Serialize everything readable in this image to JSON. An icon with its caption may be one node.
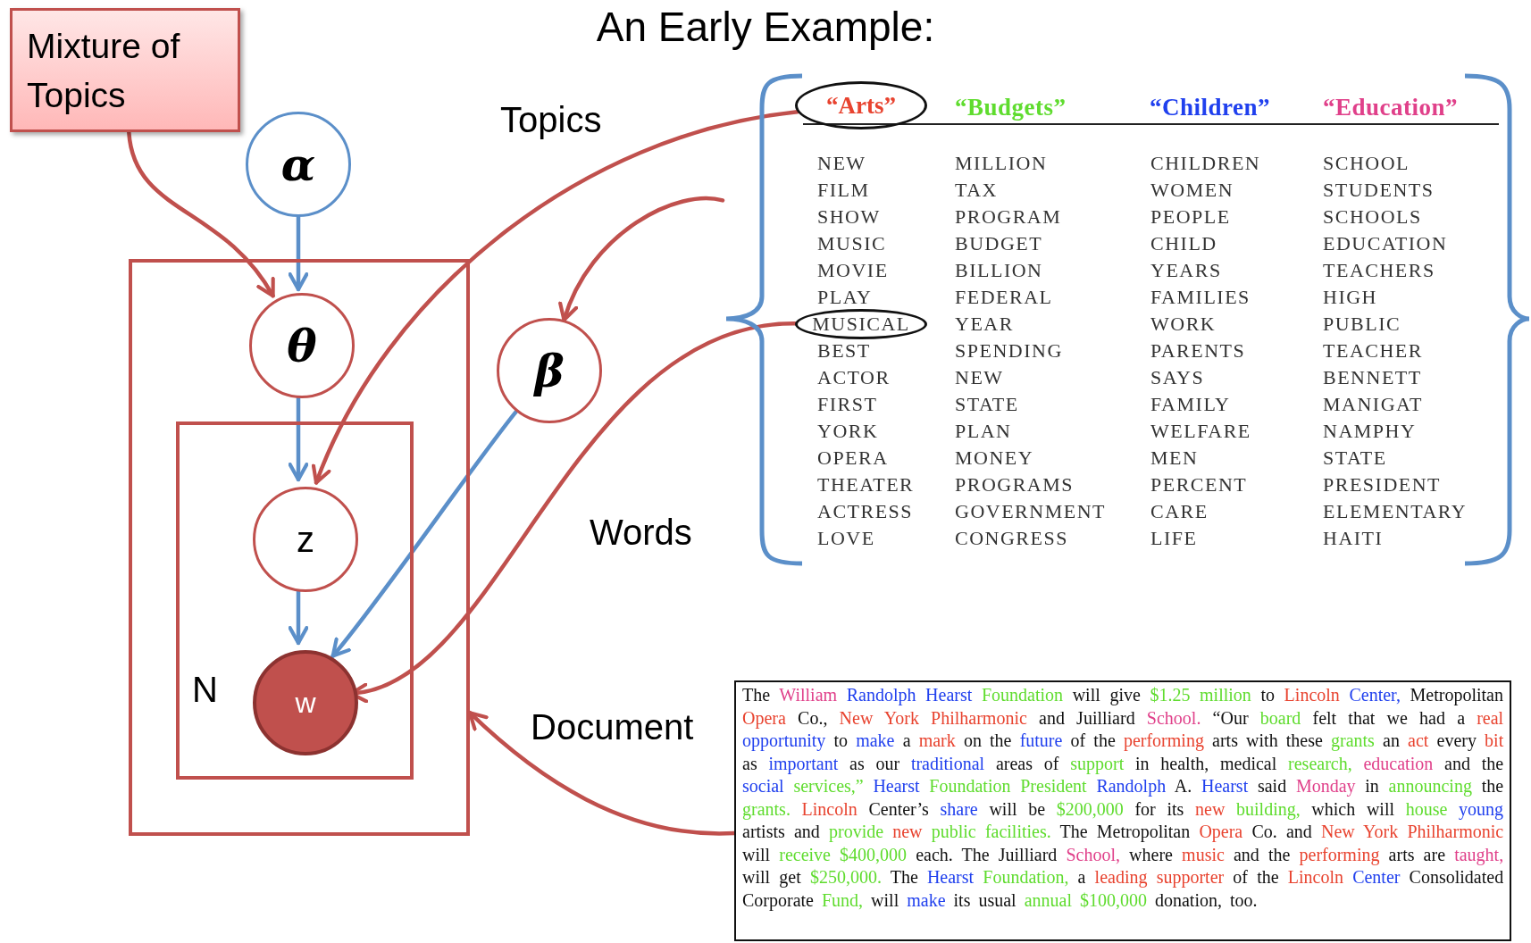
{
  "diagram": {
    "title": "An Early Example:",
    "nodes": [
      {
        "text": [
          "Mixture of Topics"
        ]
      },
      {
        "text": [
          "α"
        ]
      },
      {
        "text": [],
        "shape": "box"
      },
      {
        "text": [
          "θ"
        ],
        "in": 2
      },
      {
        "text": [
          "N"
        ],
        "in": 2
      },
      {
        "text": [
          "z"
        ],
        "in": 4
      },
      {
        "text": [
          "w"
        ],
        "in": 4
      },
      {
        "text": [
          "β"
        ]
      },
      {
        "text": [],
        "shape": "box"
      },
      {
        "text": [
          "“Arts”"
        ],
        "in": 8
      },
      {
        "text": [
          "MUSICAL"
        ],
        "in": 8
      },
      {
        "text": [
          "The William Randolph Hearst Foundation will give $1.25 million to Lincoln Center, Metropolitan Opera Co., New York Philharmonic and Juilliard School. “Our board felt that we had a real opportunity to make a mark on the future of the performing arts with these grants an act every bit as important as our traditional areas of support in health, medical research, education and the social services,” Hearst Foundation President Randolph A. Hearst said Monday in announcing the grants. Lincoln Center’s share will be $200,000 for its new building, which will house young artists and provide new public facilities. The Metropolitan Opera Co. and New York Philharmonic will receive $400,000 each. The Juilliard School, where music and the performing arts are taught, will get $250,000. The Hearst Foundation, a leading supporter of the Lincoln Center Consolidated Corporate Fund, will make its usual annual $100,000 donation, too."
        ]
      }
    ],
    "edges": [
      {
        "from": 0,
        "to": 3,
        "arrow": "to"
      },
      {
        "from": 1,
        "to": 3,
        "arrow": "to",
        "color": "#5b8fc9"
      },
      {
        "from": 3,
        "to": 5,
        "arrow": "to",
        "color": "#5b8fc9"
      },
      {
        "from": 5,
        "to": 6,
        "arrow": "to",
        "color": "#5b8fc9"
      },
      {
        "from": 7,
        "to": 6,
        "arrow": "to",
        "color": "#5b8fc9"
      },
      {
        "from": 9,
        "to": 5,
        "arrow": "to"
      },
      {
        "from": 8,
        "to": 7,
        "arrow": "to"
      },
      {
        "from": 10,
        "to": 6,
        "arrow": "to"
      },
      {
        "from": 11,
        "to": 2,
        "arrow": "to"
      }
    ],
    "labels": [
      "Topics",
      "“Budgets”",
      "“Children”",
      "“Education”",
      "NEW",
      "MILLION",
      "CHILDREN",
      "SCHOOL",
      "FILM",
      "TAX",
      "WOMEN",
      "STUDENTS",
      "SHOW",
      "PROGRAM",
      "PEOPLE",
      "SCHOOLS",
      "MUSIC",
      "BUDGET",
      "CHILD",
      "EDUCATION",
      "MOVIE",
      "BILLION",
      "YEARS",
      "TEACHERS",
      "PLAY",
      "FEDERAL",
      "FAMILIES",
      "HIGH",
      "YEAR",
      "WORK",
      "PUBLIC",
      "BEST",
      "SPENDING",
      "PARENTS",
      "TEACHER",
      "ACTOR",
      "NEW",
      "SAYS",
      "BENNETT",
      "FIRST",
      "STATE",
      "FAMILY",
      "MANIGAT",
      "YORK",
      "PLAN",
      "WELFARE",
      "NAMPHY",
      "OPERA",
      "MONEY",
      "MEN",
      "STATE",
      "THEATER",
      "PROGRAMS",
      "PERCENT",
      "PRESIDENT",
      "ACTRESS",
      "GOVERNMENT",
      "CARE",
      "ELEMENTARY",
      "LOVE",
      "CONGRESS",
      "LIFE",
      "HAITI",
      "Words",
      "Document"
    ]
  }
}
